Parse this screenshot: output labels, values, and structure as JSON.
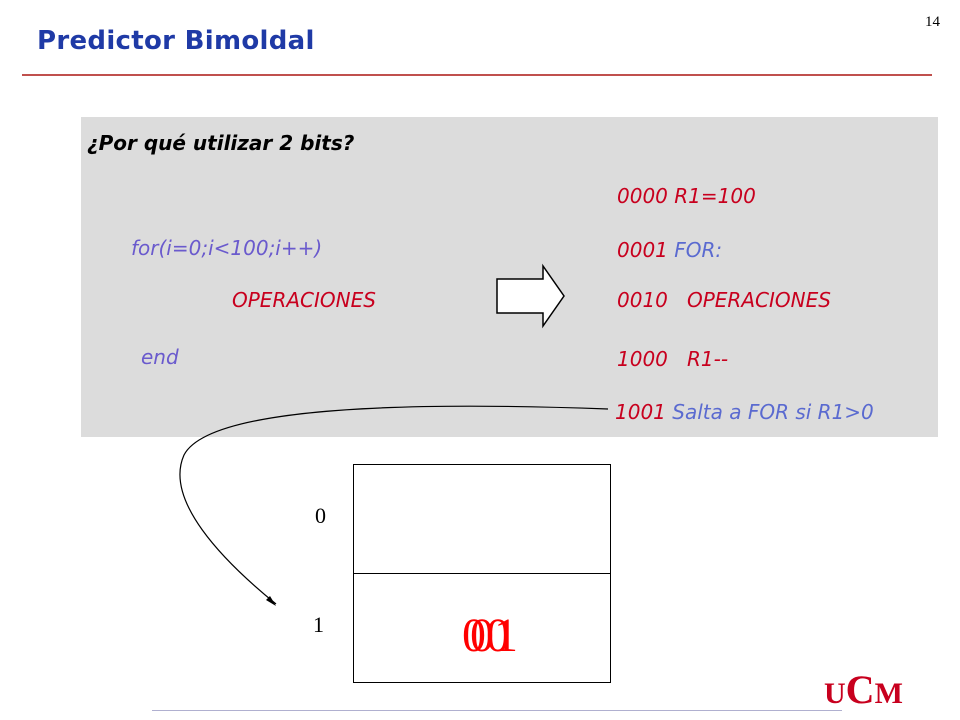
{
  "slide": {
    "page_number": "14",
    "title": "Predictor Bimoldal"
  },
  "code": {
    "question": "¿Por qué utilizar 2 bits?",
    "source": {
      "for_line": "for(i=0;i<100;i++)",
      "body_line": "OPERACIONES",
      "end_line": "end"
    },
    "compiled": [
      {
        "addr": "0000",
        "instr": "R1=100"
      },
      {
        "addr": "0001",
        "instr": "FOR:"
      },
      {
        "addr": "0010",
        "instr": "OPERACIONES"
      },
      {
        "addr": "1000",
        "instr": "R1--"
      },
      {
        "addr": "1001",
        "instr": "Salta a FOR si R1>0"
      }
    ]
  },
  "predictor_table": {
    "row_labels": [
      "0",
      "1"
    ],
    "counter_values": [
      "00",
      "01"
    ]
  },
  "logo": {
    "text_u": "U",
    "text_c": "C",
    "text_m": "M"
  },
  "colors": {
    "title": "#1f3aa6",
    "red": "#c8001e",
    "blue": "#6a5acd",
    "panel": "#dcdcdc"
  }
}
